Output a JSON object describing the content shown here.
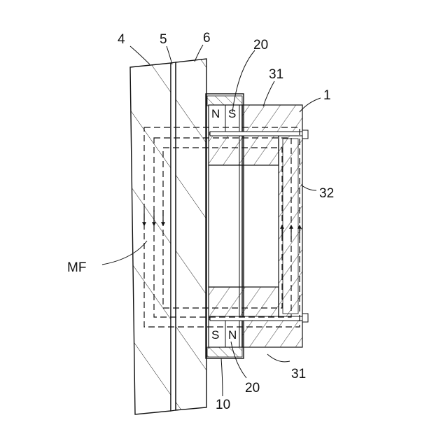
{
  "figure": {
    "labels": {
      "plate_4": "4",
      "layer_5": "5",
      "plate_6": "6",
      "magnet_top": "20",
      "yoke_top": "31",
      "device": "1",
      "side_bar": "32",
      "field": "MF",
      "yoke_bottom": "31",
      "magnet_bottom": "20",
      "housing": "10"
    },
    "poles": {
      "top_left": "N",
      "top_right": "S",
      "bottom_left": "S",
      "bottom_right": "N"
    }
  }
}
